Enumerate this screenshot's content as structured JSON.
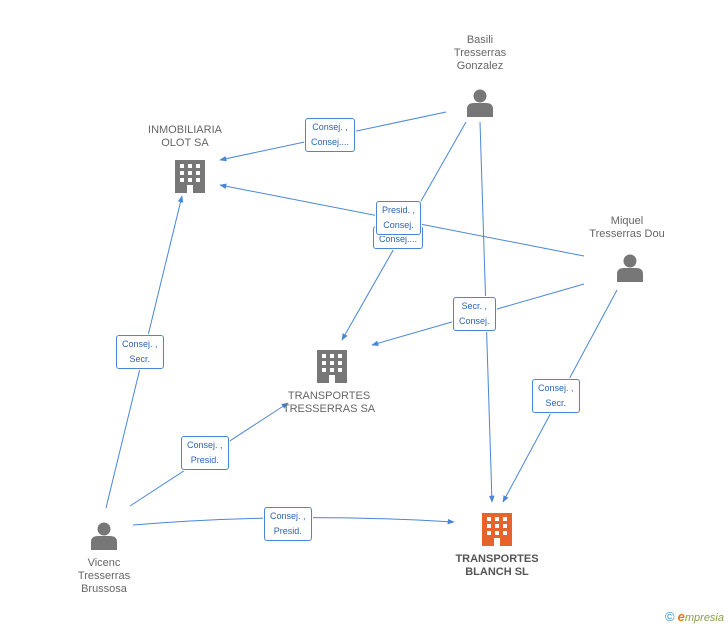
{
  "colors": {
    "edge": "#4a86d8",
    "node_gray": "#777777",
    "node_main": "#e8622c"
  },
  "nodes": {
    "basili": {
      "label": "Basili\nTresserras\nGonzalez",
      "icon": "person-icon"
    },
    "inmobiliaria": {
      "label": "INMOBILIARIA\nOLOT SA",
      "icon": "building-icon"
    },
    "miquel": {
      "label": "Miquel\nTresserras Dou",
      "icon": "person-icon"
    },
    "transportes_tresserras": {
      "label": "TRANSPORTES\nTRESSERRAS SA",
      "icon": "building-icon"
    },
    "vicenc": {
      "label": "Vicenc\nTresserras\nBrussosa",
      "icon": "person-icon"
    },
    "transportes_blanch": {
      "label": "TRANSPORTES\nBLANCH SL",
      "icon": "building-icon"
    }
  },
  "edges": {
    "e1": "Consej. ,\nConsej....",
    "e2": "Presid. ,\nConsej.",
    "e3": "Consej....",
    "e4": "Secr. ,\nConsej.",
    "e5": "Consej. ,\nSecr.",
    "e6": "Consej. ,\nSecr.",
    "e7": "Consej. ,\nPresid.",
    "e8": "Consej. ,\nPresid."
  },
  "brand": {
    "symbol": "©",
    "e": "e",
    "rest": "mpresia"
  }
}
